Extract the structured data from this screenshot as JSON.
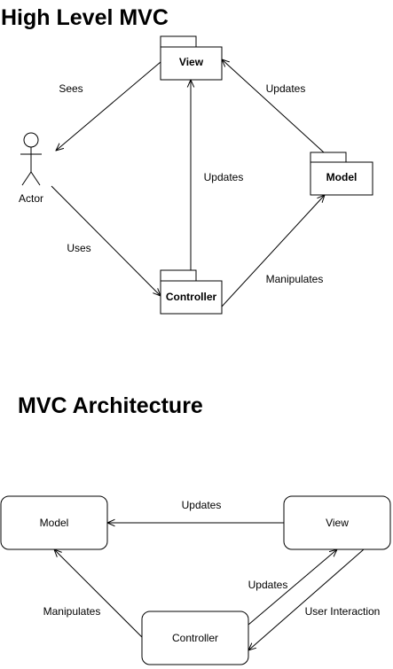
{
  "titles": {
    "high_level": "High Level MVC",
    "architecture": "MVC Architecture"
  },
  "high_level": {
    "actor_label": "Actor",
    "packages": {
      "view": "View",
      "model": "Model",
      "controller": "Controller"
    },
    "edges": {
      "sees": "Sees",
      "uses": "Uses",
      "updates_top": "Updates",
      "updates_middle": "Updates",
      "manipulates": "Manipulates"
    }
  },
  "architecture": {
    "boxes": {
      "model": "Model",
      "view": "View",
      "controller": "Controller"
    },
    "edges": {
      "updates_top": "Updates",
      "updates_lower": "Updates",
      "manipulates": "Manipulates",
      "user_interaction": "User Interaction"
    }
  }
}
